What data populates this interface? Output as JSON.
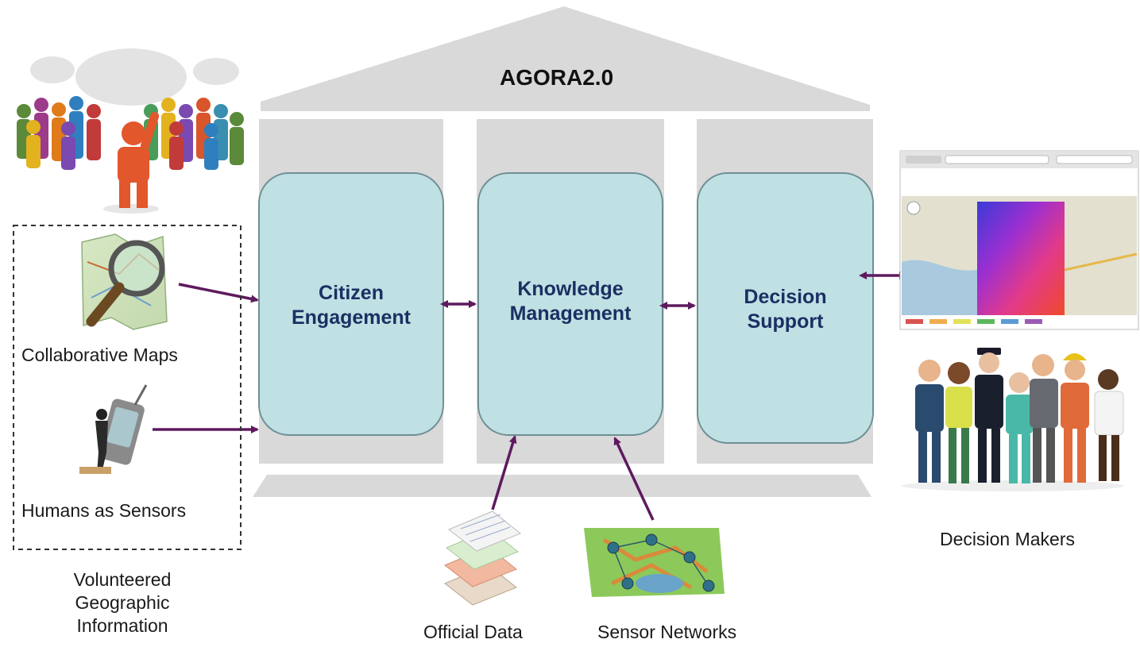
{
  "title": "AGORA2.0",
  "pillars": [
    {
      "label": "Citizen\nEngagement"
    },
    {
      "label": "Knowledge\nManagement"
    },
    {
      "label": "Decision\nSupport"
    }
  ],
  "inputs": {
    "collaborative_maps": "Collaborative Maps",
    "humans_as_sensors": "Humans as Sensors",
    "vgi_label": "Volunteered\nGeographic\nInformation",
    "official_data": "Official Data",
    "sensor_networks": "Sensor Networks"
  },
  "outputs": {
    "decision_makers": "Decision Makers"
  },
  "colors": {
    "pillar_box": "#bfe1e3",
    "pillar_border": "#6f8f95",
    "temple_gray": "#d9d9d9",
    "arrow": "#5e1a5e",
    "title_text": "#1b2f63"
  },
  "icons": [
    "crowd-illustration",
    "map-magnifier-icon",
    "phone-person-icon",
    "data-layers-icon",
    "sensor-network-map-icon",
    "map-screenshot-thumbnail",
    "professionals-illustration"
  ]
}
